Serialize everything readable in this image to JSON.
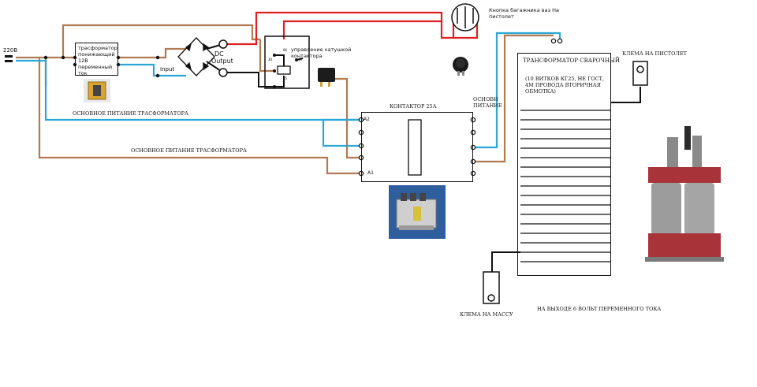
{
  "labels": {
    "mains": "220В",
    "step_down_transformer": "трасформатор понижающий 12В переменный ток",
    "main_power_1": "ОСНОВНОЕ ПИТАНИЕ ТРАСФОРМАТОРА",
    "main_power_2": "ОСНОВНОЕ ПИТАНИЕ ТРАСФОРМАТОРА",
    "bridge_dc": "DC",
    "bridge_output": "Output",
    "bridge_input": "Input",
    "relay_desc": "управление катушкой контактора",
    "relay_86": "86",
    "relay_87": "87",
    "relay_85": "85",
    "relay_30": "30",
    "button_desc": "Кнопка багажника ваз На пистолет",
    "contactor_title": "КОНТАКТОР 25А",
    "contactor_a2": "А2",
    "contactor_a1": "А1",
    "main_supply": "ОСНОВИ ПИТАНИЕ",
    "welding_transformer_title": "ТРАНСФОРМАТОР СВАРОЧНЫЙ",
    "welding_transformer_desc": "(10 ВИТКОВ КГ25, НЕ ГОСТ, 4М ПРОВОДА ВТОРИЧНАЯ ОБМОТКА)",
    "clamp_gun": "КЛЕМА НА ПИСТОЛЕТ",
    "clamp_ground": "КЛЕМА НА МАССУ",
    "output_note": "НА ВЫХОДЕ 6 ВОЛЬТ ПЕРЕМЕННОГО ТОКА"
  },
  "colors": {
    "wire_brown": "#b07a52",
    "wire_blue": "#2aa7d6",
    "wire_red": "#e02020",
    "wire_black": "#111111",
    "contactor_photo_bg": "#2f5e9e",
    "transformer_body": "#a8343a"
  },
  "icons": {
    "plug": "plug-icon",
    "diode": "diode-icon",
    "relay_photo": "relay-photo",
    "button_photo": "push-button-photo",
    "contactor_photo": "contactor-photo",
    "transformer_photo": "welding-transformer-photo",
    "small_transformer_photo": "small-transformer-photo"
  }
}
